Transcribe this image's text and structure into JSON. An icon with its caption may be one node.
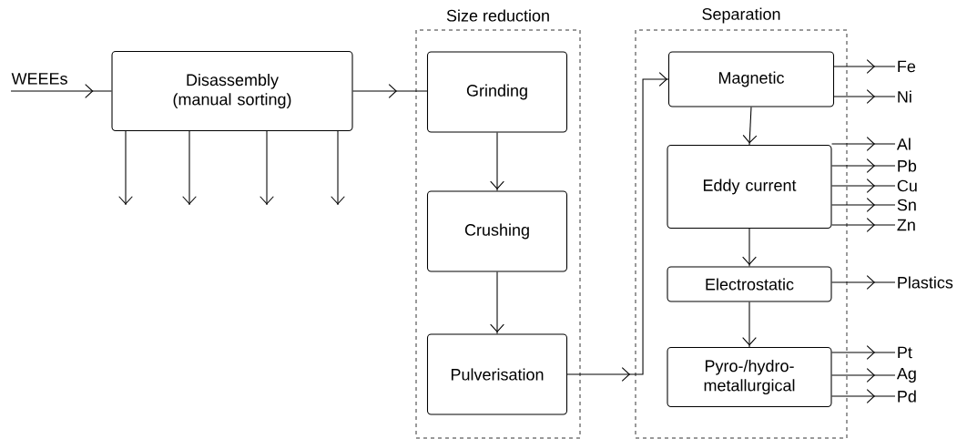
{
  "diagram": {
    "nodes": [
      {
        "text": [
          "WEEEs"
        ]
      },
      {
        "text": [
          "Disassembly (manual sorting)"
        ]
      },
      {
        "text": [
          "Size reduction"
        ]
      },
      {
        "text": [
          "Grinding"
        ],
        "in": 2
      },
      {
        "text": [
          "Crushing"
        ],
        "in": 2
      },
      {
        "text": [
          "Pulverisation"
        ],
        "in": 2
      },
      {
        "text": [
          "Separation"
        ]
      },
      {
        "text": [
          "Magnetic"
        ],
        "in": 6
      },
      {
        "text": [
          "Eddy current"
        ],
        "in": 6
      },
      {
        "text": [
          "Electrostatic"
        ],
        "in": 6
      },
      {
        "text": [
          "Pyro-/hydro- metallurgical"
        ],
        "in": 6
      },
      {
        "text": [
          "Fe"
        ]
      },
      {
        "text": [
          "Ni"
        ]
      },
      {
        "text": [
          "Al"
        ]
      },
      {
        "text": [
          "Pb"
        ]
      },
      {
        "text": [
          "Cu"
        ]
      },
      {
        "text": [
          "Sn"
        ]
      },
      {
        "text": [
          "Zn"
        ]
      },
      {
        "text": [
          "Plastics"
        ]
      },
      {
        "text": [
          "Pt"
        ]
      },
      {
        "text": [
          "Ag"
        ]
      },
      {
        "text": [
          "Pd"
        ]
      }
    ],
    "edges": [
      {
        "from": 0,
        "to": 1,
        "arrow": "to"
      },
      {
        "from": 1,
        "to": 3,
        "arrow": "to"
      },
      {
        "from": 1,
        "to": null,
        "arrow": "to"
      },
      {
        "from": 1,
        "to": null,
        "arrow": "to"
      },
      {
        "from": 1,
        "to": null,
        "arrow": "to"
      },
      {
        "from": 1,
        "to": null,
        "arrow": "to"
      },
      {
        "from": 3,
        "to": 4,
        "arrow": "to"
      },
      {
        "from": 4,
        "to": 5,
        "arrow": "to"
      },
      {
        "from": 5,
        "to": 7,
        "arrow": "to"
      },
      {
        "from": 7,
        "to": 11,
        "arrow": "to"
      },
      {
        "from": 7,
        "to": 12,
        "arrow": "to"
      },
      {
        "from": 7,
        "to": 8,
        "arrow": "to"
      },
      {
        "from": 8,
        "to": 13,
        "arrow": "to"
      },
      {
        "from": 8,
        "to": 14,
        "arrow": "to"
      },
      {
        "from": 8,
        "to": 15,
        "arrow": "to"
      },
      {
        "from": 8,
        "to": 16,
        "arrow": "to"
      },
      {
        "from": 8,
        "to": 17,
        "arrow": "to"
      },
      {
        "from": 8,
        "to": 9,
        "arrow": "to"
      },
      {
        "from": 9,
        "to": 18,
        "arrow": "to"
      },
      {
        "from": 9,
        "to": 10,
        "arrow": "to"
      },
      {
        "from": 10,
        "to": 19,
        "arrow": "to"
      },
      {
        "from": 10,
        "to": 20,
        "arrow": "to"
      },
      {
        "from": 10,
        "to": 21,
        "arrow": "to"
      }
    ]
  }
}
